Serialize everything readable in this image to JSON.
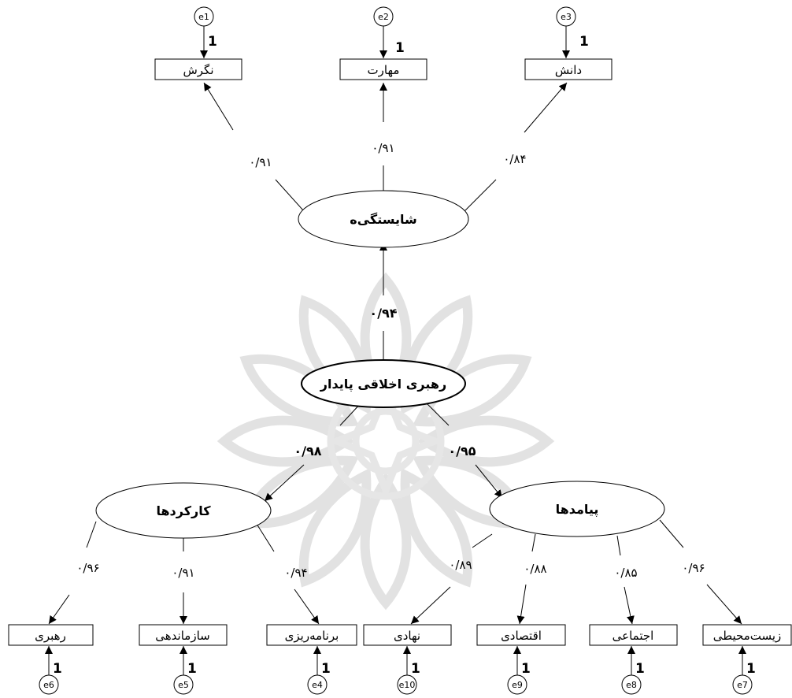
{
  "latents": {
    "top": "شایستگی‌ه",
    "center": "رهبری اخلاقی پایدار",
    "left": "کارکردها",
    "right": "پیامدها"
  },
  "indicators": {
    "attitude": "نگرش",
    "skill": "مهارت",
    "knowledge": "دانش",
    "leadership": "رهبری",
    "organizing": "سازماندهی",
    "planning": "برنامه‌ریزی",
    "institutional": "نهادی",
    "economic": "اقتصادی",
    "social": "اجتماعی",
    "environmental": "زیست‌محیطی"
  },
  "errors": [
    "e1",
    "e2",
    "e3",
    "e4",
    "e5",
    "e6",
    "e7",
    "e8",
    "e9",
    "e10"
  ],
  "fixed_loading": "1",
  "coefficients": {
    "attitude": "۰/۹۱",
    "skill": "۰/۹۱",
    "knowledge": "۰/۸۴",
    "center_to_top": "۰/۹۴",
    "center_to_left": "۰/۹۸",
    "center_to_right": "۰/۹۵",
    "leadership": "۰/۹۶",
    "organizing": "۰/۹۱",
    "planning": "۰/۹۴",
    "institutional": "۰/۸۹",
    "economic": "۰/۸۸",
    "social": "۰/۸۵",
    "environmental": "۰/۹۶"
  }
}
